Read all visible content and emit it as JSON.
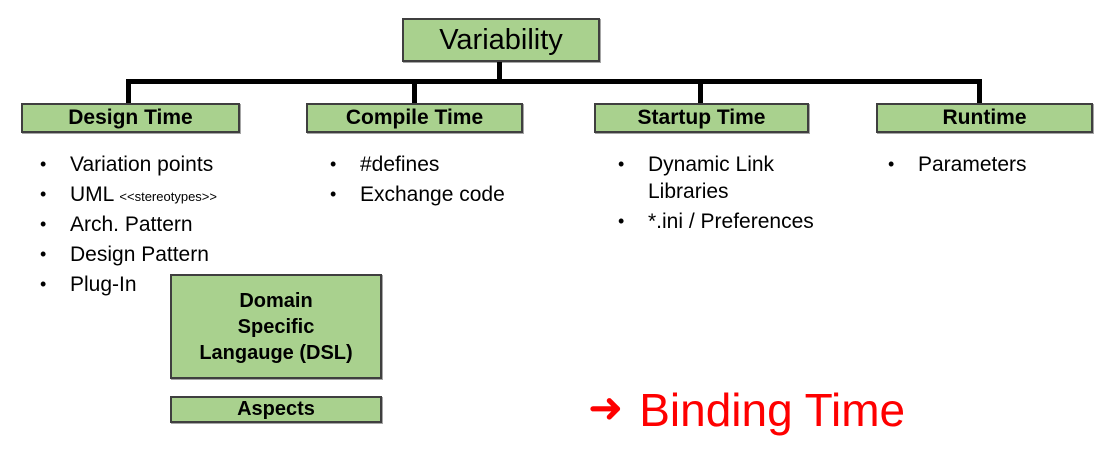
{
  "diagram": {
    "root": {
      "label": "Variability"
    },
    "categories": [
      {
        "label": "Design Time"
      },
      {
        "label": "Compile Time"
      },
      {
        "label": "Startup Time"
      },
      {
        "label": "Runtime"
      }
    ],
    "lists": [
      {
        "items": [
          {
            "text": "Variation points"
          },
          {
            "text": "UML ",
            "note": "<<stereotypes>>"
          },
          {
            "text": "Arch. Pattern"
          },
          {
            "text": "Design Pattern"
          },
          {
            "text": "Plug-In"
          }
        ]
      },
      {
        "items": [
          {
            "text": "#defines"
          },
          {
            "text": "Exchange code"
          }
        ]
      },
      {
        "items": [
          {
            "text": "Dynamic Link Libraries"
          },
          {
            "text": "*.ini / Preferences"
          }
        ]
      },
      {
        "items": [
          {
            "text": "Parameters"
          }
        ]
      }
    ],
    "extra_boxes": {
      "dsl": {
        "line1": "Domain",
        "line2": "Specific",
        "line3": "Langauge (DSL)"
      },
      "aspects": {
        "label": "Aspects"
      }
    },
    "annotation": {
      "arrow_icon": "➜",
      "label": "Binding Time",
      "color": "#fe0000"
    },
    "colors": {
      "box_fill": "#a9d18e",
      "box_border": "#3f3f3f",
      "line": "#000000",
      "text": "#000000",
      "accent_red": "#fe0000"
    }
  }
}
